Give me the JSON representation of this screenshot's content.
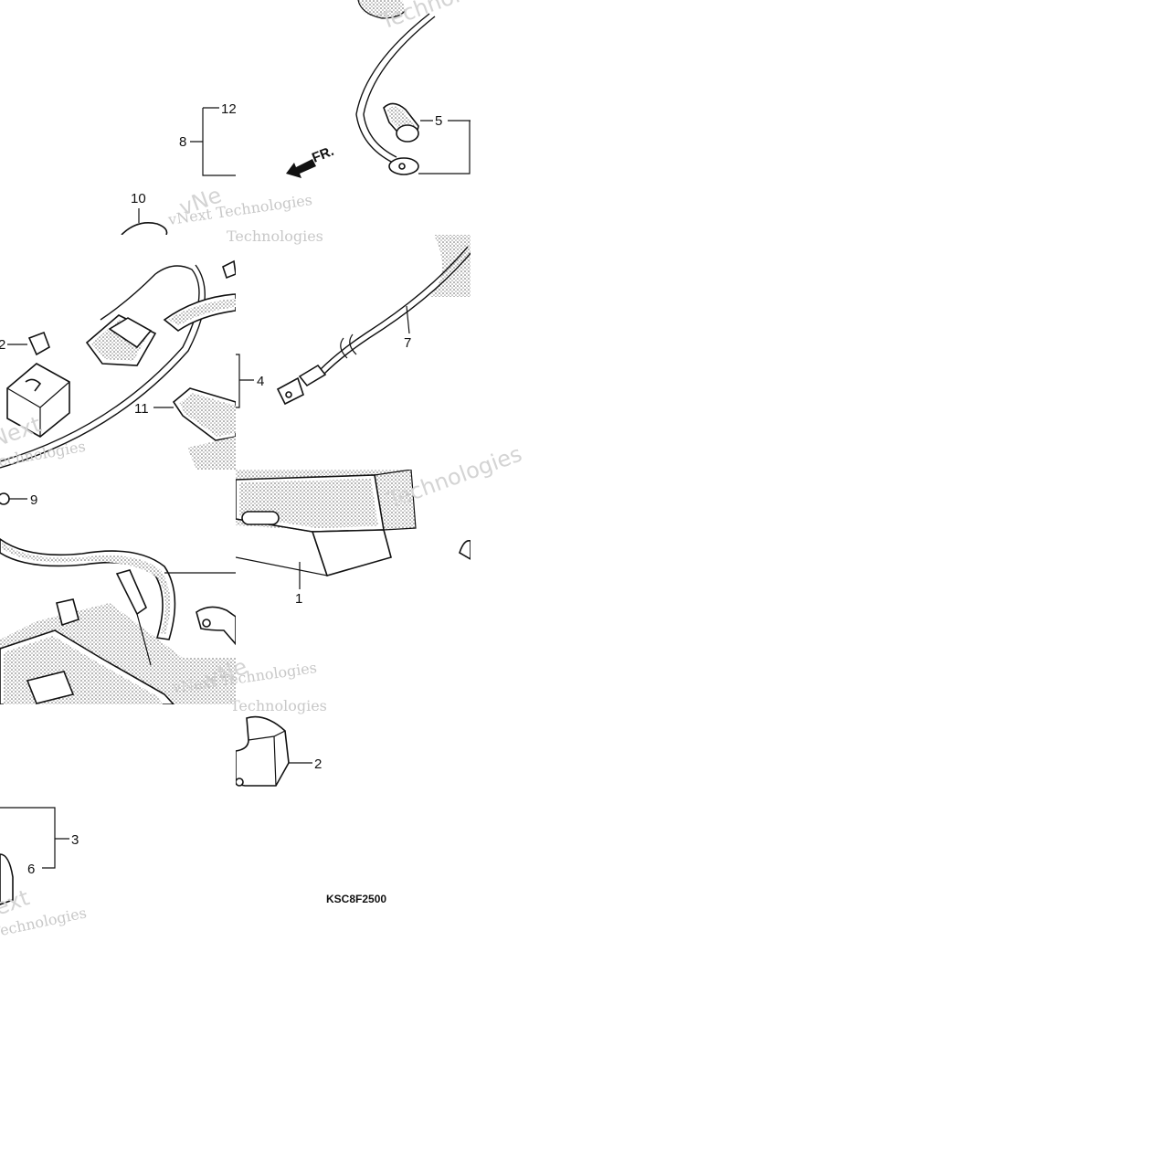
{
  "diagram": {
    "part_code": "KSC8F2500",
    "direction_label": "FR.",
    "callouts": [
      "1",
      "2",
      "3",
      "4",
      "5",
      "6",
      "7",
      "8",
      "9",
      "10",
      "11",
      "12"
    ],
    "watermark": {
      "line1": "vNext Technologies",
      "line2": "Technologies",
      "fragment_next": "Next",
      "fragment_ext": "ext",
      "fragment_v": "vNe"
    }
  }
}
